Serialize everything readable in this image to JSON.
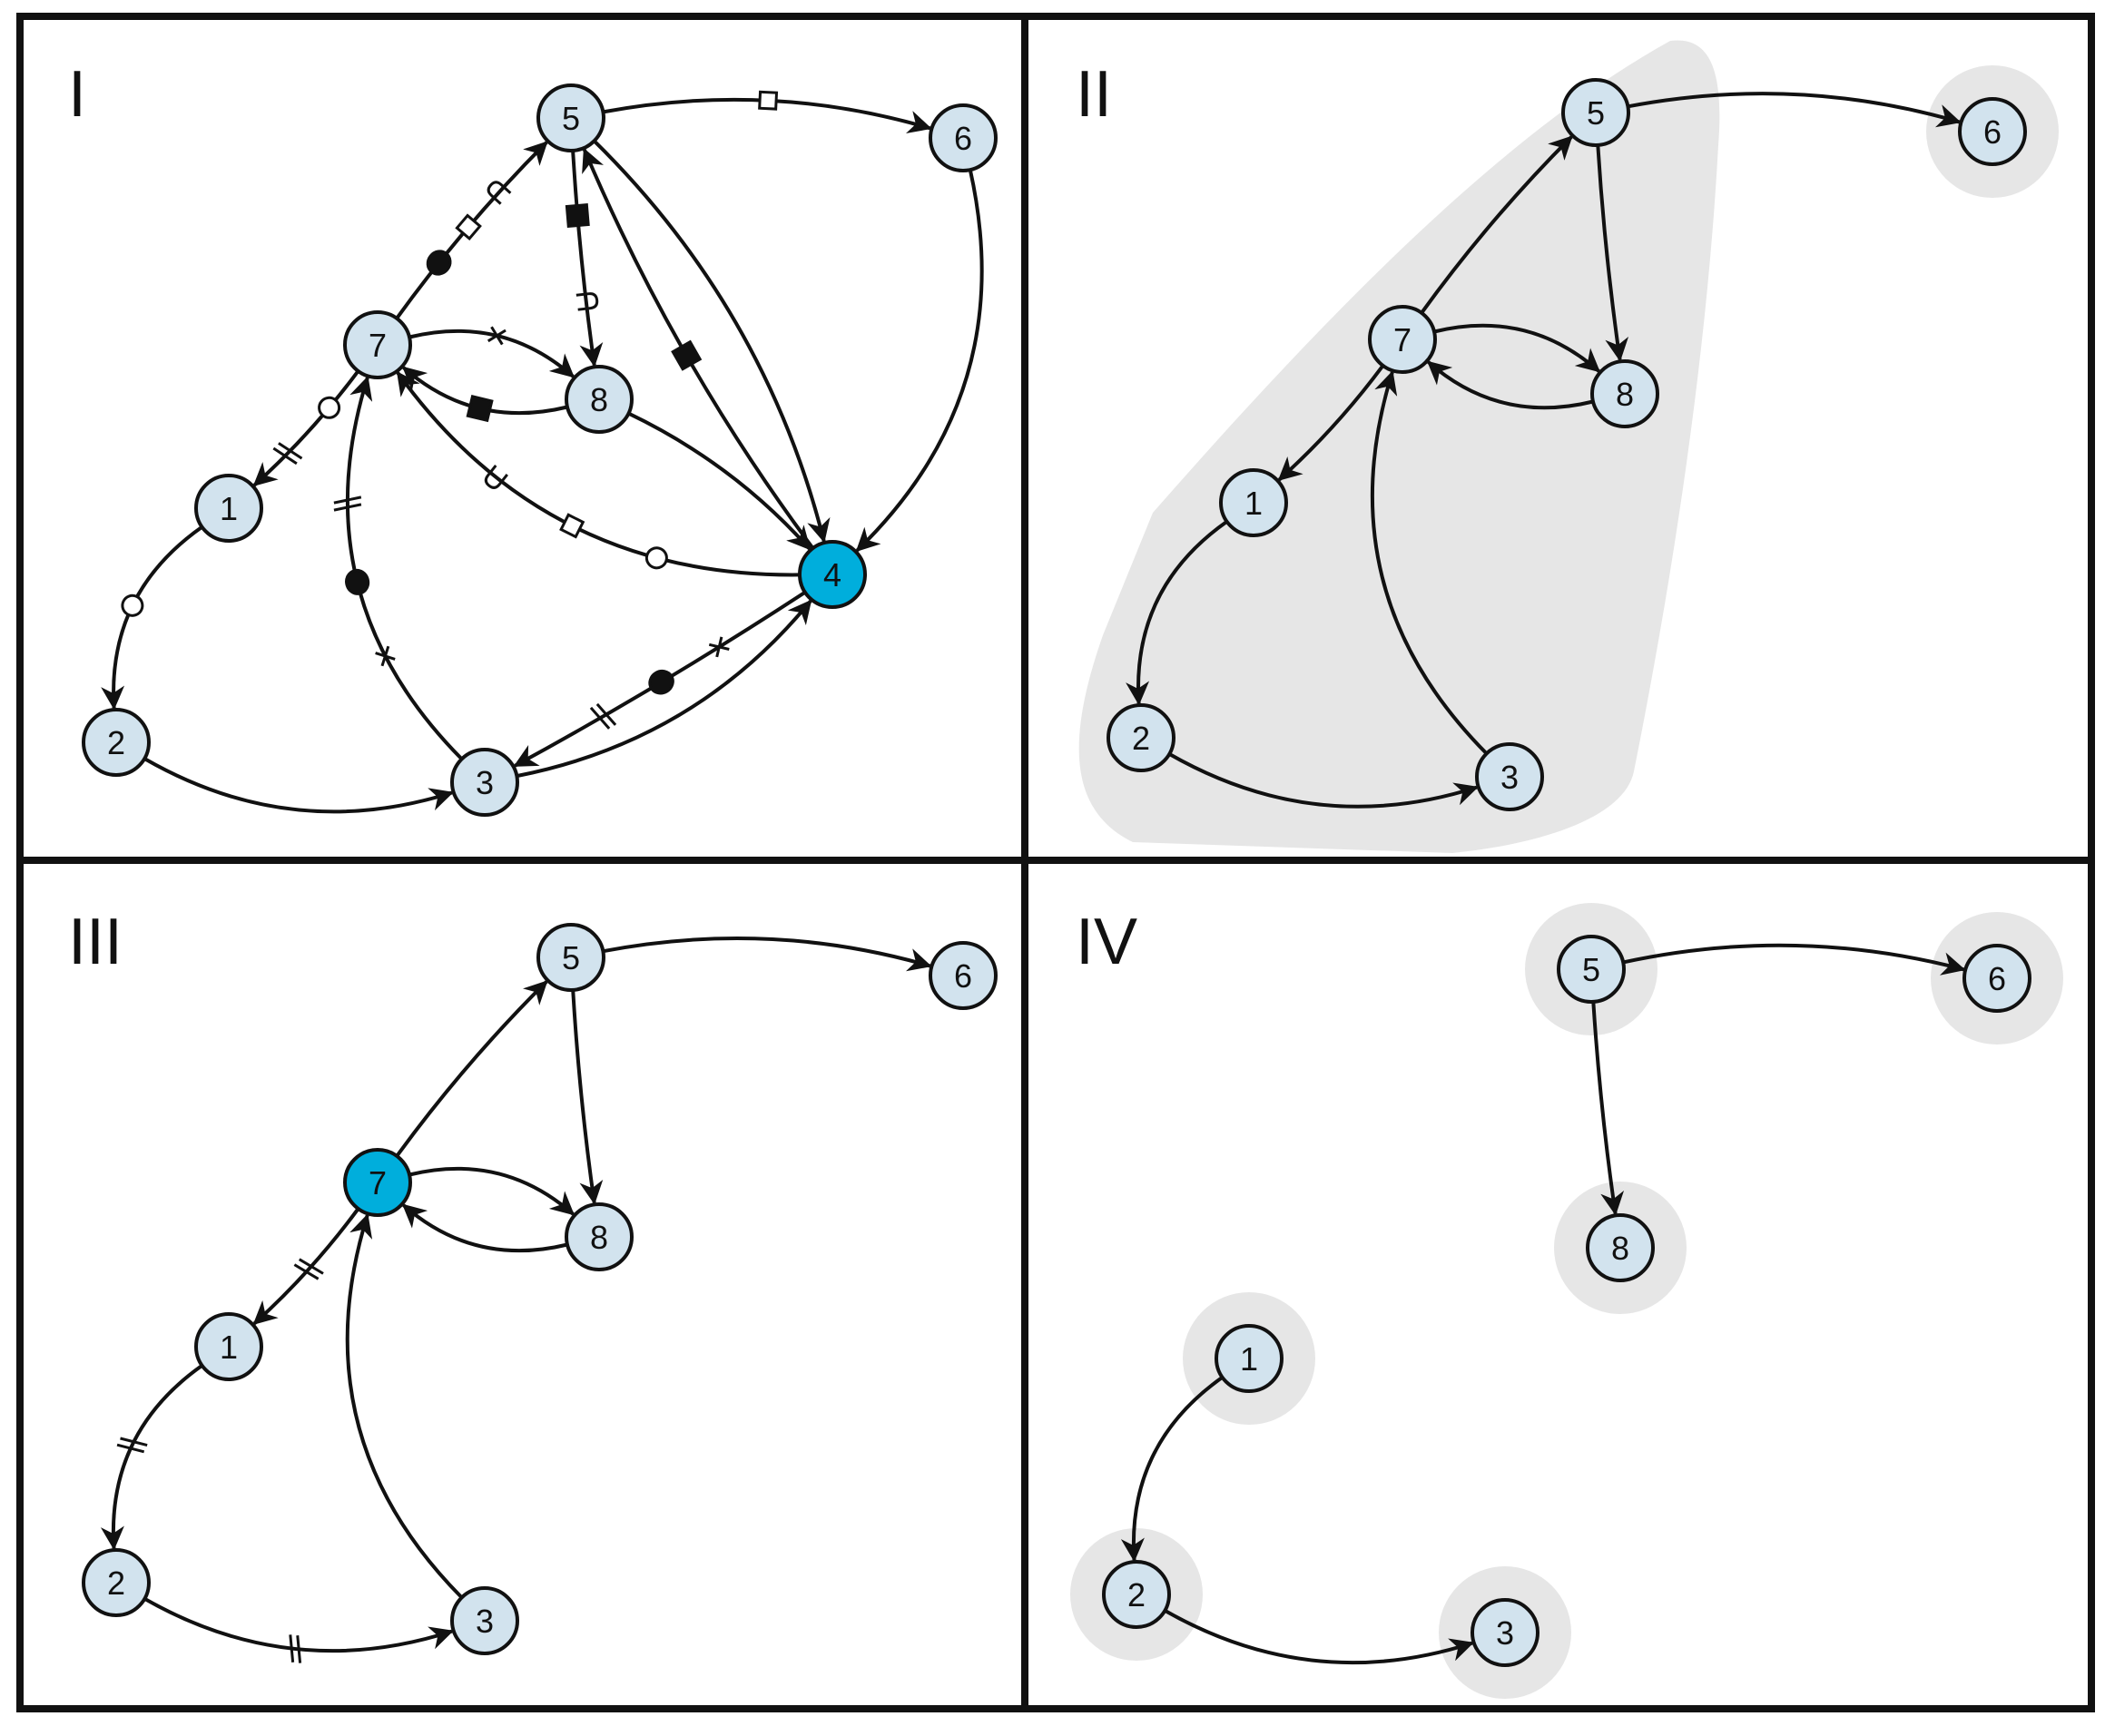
{
  "colors": {
    "node_fill": "#d2e3ee",
    "highlight_fill": "#00aedc",
    "group_fill": "#e6e6e6",
    "stroke": "#111111"
  },
  "panels": [
    {
      "id": "I",
      "title": "I",
      "highlight": "4",
      "nodes": [
        {
          "id": "1",
          "label": "1"
        },
        {
          "id": "2",
          "label": "2"
        },
        {
          "id": "3",
          "label": "3"
        },
        {
          "id": "4",
          "label": "4"
        },
        {
          "id": "5",
          "label": "5"
        },
        {
          "id": "6",
          "label": "6"
        },
        {
          "id": "7",
          "label": "7"
        },
        {
          "id": "8",
          "label": "8"
        }
      ],
      "edges": [
        {
          "from": "7",
          "to": "1",
          "marks": [
            "circle",
            "double-slash"
          ]
        },
        {
          "from": "1",
          "to": "2",
          "marks": [
            "circle"
          ]
        },
        {
          "from": "2",
          "to": "3",
          "marks": []
        },
        {
          "from": "3",
          "to": "4",
          "marks": []
        },
        {
          "from": "4",
          "to": "3",
          "marks": [
            "cross",
            "filled-circle",
            "double-slash"
          ]
        },
        {
          "from": "3",
          "to": "7",
          "marks": [
            "cross",
            "filled-circle",
            "double-slash"
          ]
        },
        {
          "from": "4",
          "to": "7",
          "marks": [
            "circle",
            "square",
            "hook"
          ]
        },
        {
          "from": "7",
          "to": "5",
          "marks": [
            "filled-circle",
            "square",
            "hook"
          ]
        },
        {
          "from": "5",
          "to": "6",
          "marks": [
            "square"
          ]
        },
        {
          "from": "6",
          "to": "4",
          "marks": []
        },
        {
          "from": "5",
          "to": "4",
          "marks": []
        },
        {
          "from": "4",
          "to": "5",
          "marks": [
            "filled-square"
          ]
        },
        {
          "from": "5",
          "to": "8",
          "marks": [
            "filled-square",
            "hook"
          ]
        },
        {
          "from": "8",
          "to": "7",
          "marks": [
            "filled-square"
          ]
        },
        {
          "from": "7",
          "to": "8",
          "marks": [
            "cross"
          ]
        },
        {
          "from": "8",
          "to": "4",
          "marks": []
        }
      ]
    },
    {
      "id": "II",
      "title": "II",
      "highlight": "",
      "nodes": [
        {
          "id": "1",
          "label": "1"
        },
        {
          "id": "2",
          "label": "2"
        },
        {
          "id": "3",
          "label": "3"
        },
        {
          "id": "5",
          "label": "5"
        },
        {
          "id": "6",
          "label": "6"
        },
        {
          "id": "7",
          "label": "7"
        },
        {
          "id": "8",
          "label": "8"
        }
      ],
      "groups": [
        {
          "members": [
            "1",
            "2",
            "3",
            "5",
            "7",
            "8"
          ]
        },
        {
          "members": [
            "6"
          ]
        }
      ],
      "edges": [
        {
          "from": "7",
          "to": "1",
          "marks": []
        },
        {
          "from": "1",
          "to": "2",
          "marks": []
        },
        {
          "from": "2",
          "to": "3",
          "marks": []
        },
        {
          "from": "3",
          "to": "7",
          "marks": []
        },
        {
          "from": "7",
          "to": "5",
          "marks": []
        },
        {
          "from": "5",
          "to": "6",
          "marks": []
        },
        {
          "from": "5",
          "to": "8",
          "marks": []
        },
        {
          "from": "8",
          "to": "7",
          "marks": []
        },
        {
          "from": "7",
          "to": "8",
          "marks": []
        }
      ]
    },
    {
      "id": "III",
      "title": "III",
      "highlight": "7",
      "nodes": [
        {
          "id": "1",
          "label": "1"
        },
        {
          "id": "2",
          "label": "2"
        },
        {
          "id": "3",
          "label": "3"
        },
        {
          "id": "5",
          "label": "5"
        },
        {
          "id": "6",
          "label": "6"
        },
        {
          "id": "7",
          "label": "7"
        },
        {
          "id": "8",
          "label": "8"
        }
      ],
      "edges": [
        {
          "from": "7",
          "to": "1",
          "marks": [
            "double-slash"
          ]
        },
        {
          "from": "1",
          "to": "2",
          "marks": [
            "double-slash"
          ]
        },
        {
          "from": "2",
          "to": "3",
          "marks": [
            "double-slash"
          ]
        },
        {
          "from": "3",
          "to": "7",
          "marks": []
        },
        {
          "from": "7",
          "to": "5",
          "marks": []
        },
        {
          "from": "5",
          "to": "6",
          "marks": []
        },
        {
          "from": "5",
          "to": "8",
          "marks": []
        },
        {
          "from": "8",
          "to": "7",
          "marks": []
        },
        {
          "from": "7",
          "to": "8",
          "marks": []
        }
      ]
    },
    {
      "id": "IV",
      "title": "IV",
      "highlight": "",
      "nodes": [
        {
          "id": "1",
          "label": "1"
        },
        {
          "id": "2",
          "label": "2"
        },
        {
          "id": "3",
          "label": "3"
        },
        {
          "id": "5",
          "label": "5"
        },
        {
          "id": "6",
          "label": "6"
        },
        {
          "id": "8",
          "label": "8"
        }
      ],
      "groups": [
        {
          "members": [
            "1"
          ]
        },
        {
          "members": [
            "2"
          ]
        },
        {
          "members": [
            "3"
          ]
        },
        {
          "members": [
            "5"
          ]
        },
        {
          "members": [
            "6"
          ]
        },
        {
          "members": [
            "8"
          ]
        }
      ],
      "edges": [
        {
          "from": "1",
          "to": "2",
          "marks": []
        },
        {
          "from": "2",
          "to": "3",
          "marks": []
        },
        {
          "from": "5",
          "to": "6",
          "marks": []
        },
        {
          "from": "5",
          "to": "8",
          "marks": []
        }
      ]
    }
  ]
}
